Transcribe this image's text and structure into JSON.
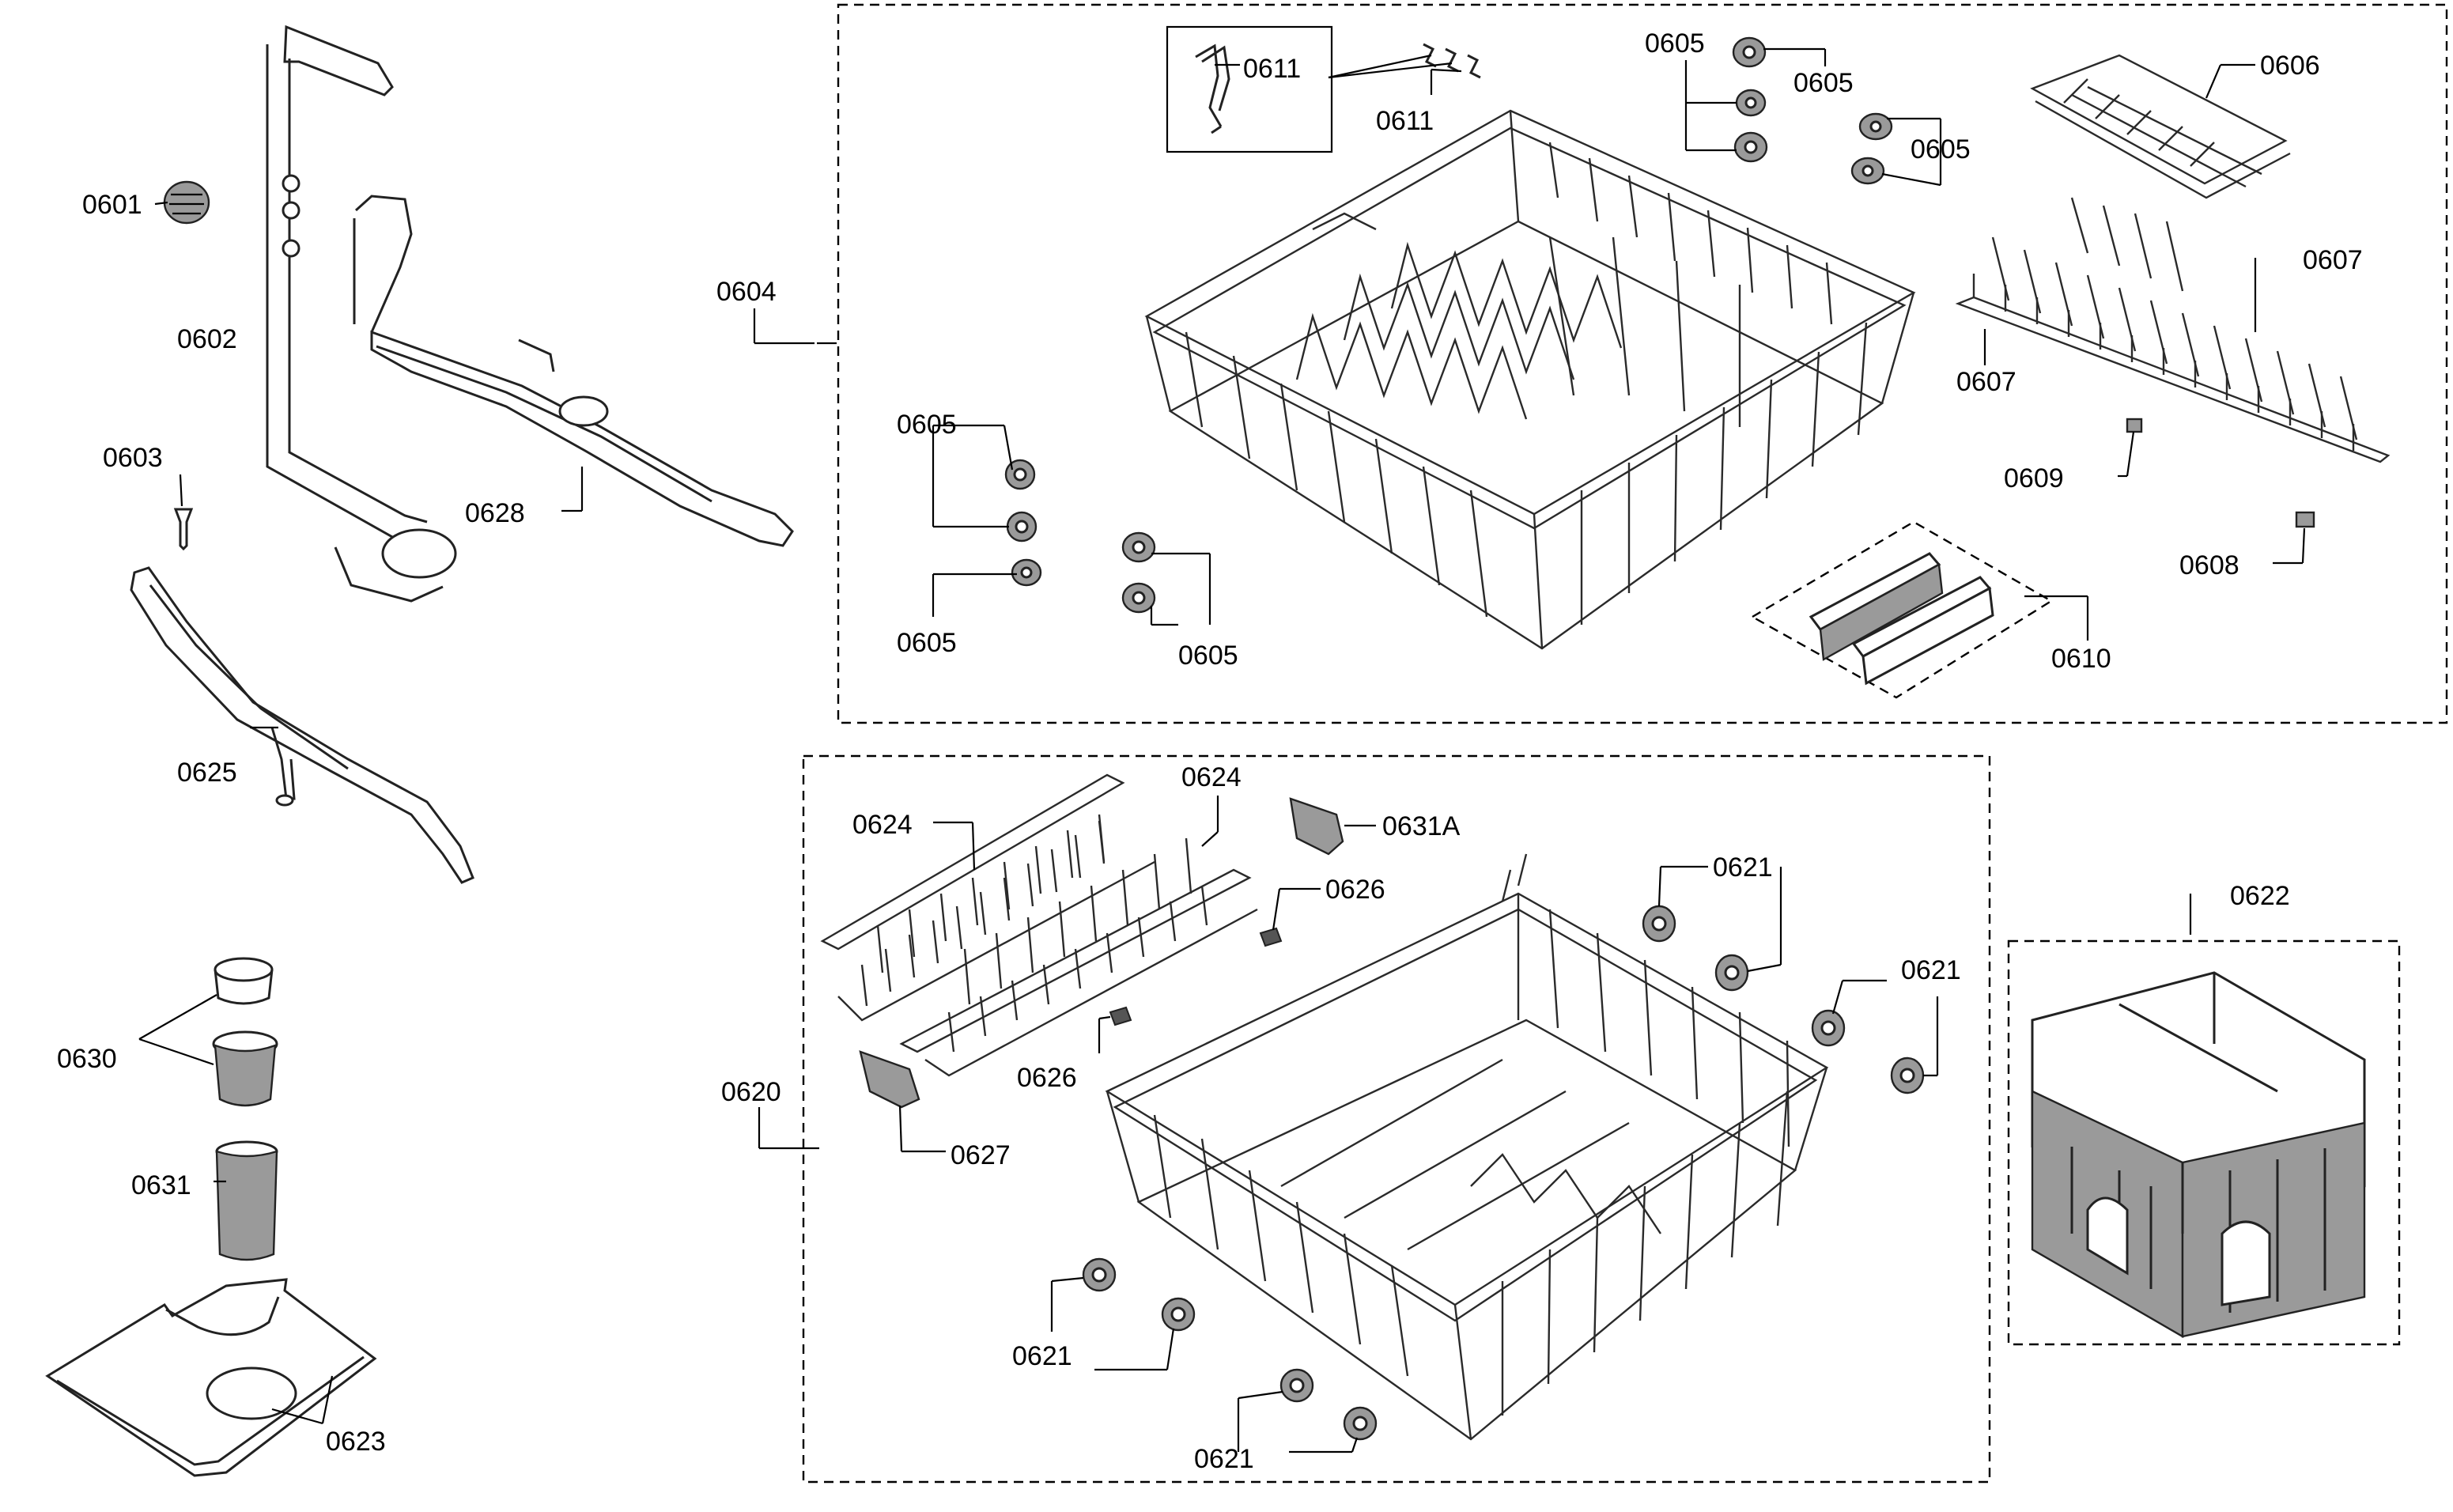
{
  "labels": {
    "p0601": "0601",
    "p0602": "0602",
    "p0603": "0603",
    "p0604": "0604",
    "p0605": "0605",
    "p0606": "0606",
    "p0607": "0607",
    "p0608": "0608",
    "p0609": "0609",
    "p0610": "0610",
    "p0611": "0611",
    "p0620": "0620",
    "p0621": "0621",
    "p0622": "0622",
    "p0623": "0623",
    "p0624": "0624",
    "p0625": "0625",
    "p0626": "0626",
    "p0627": "0627",
    "p0628": "0628",
    "p0630": "0630",
    "p0631": "0631",
    "p0631a": "0631A"
  }
}
